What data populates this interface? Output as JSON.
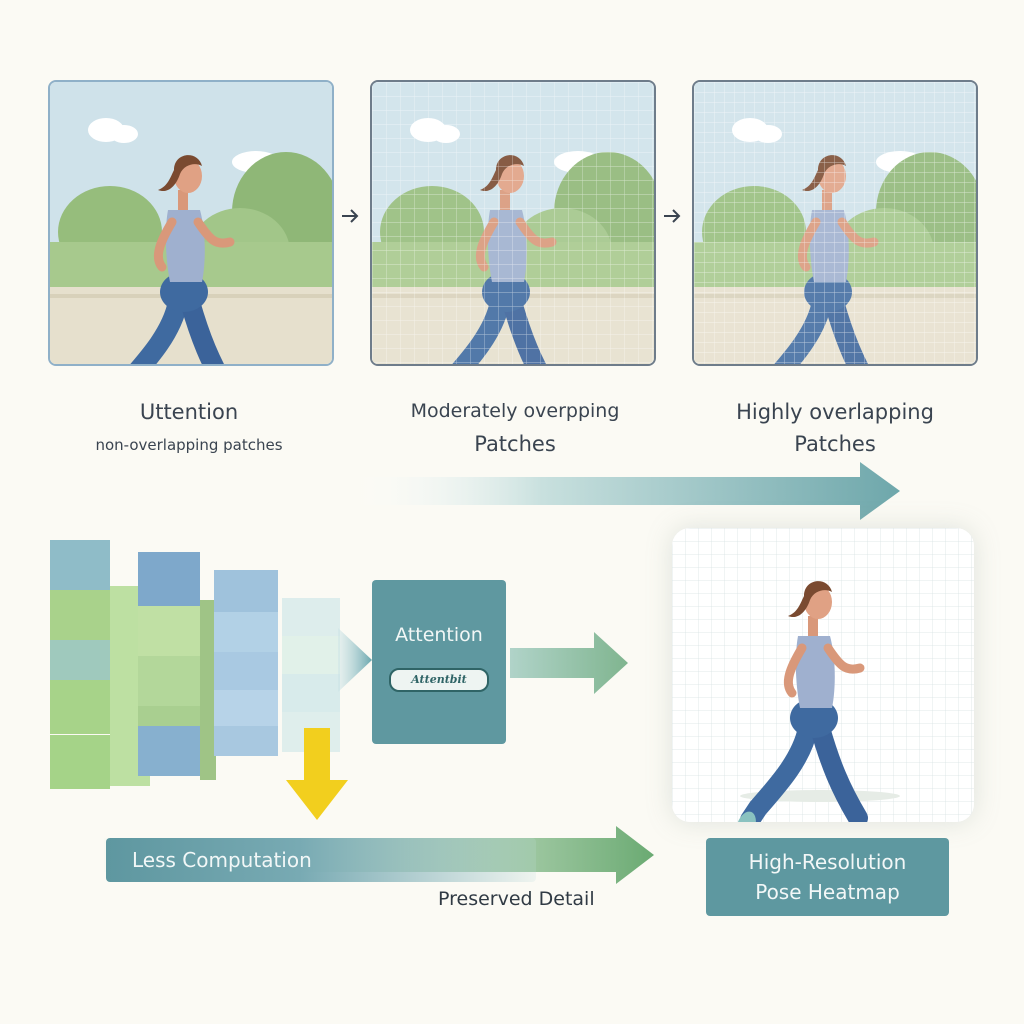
{
  "panels": [
    {
      "name": "panel-non-overlapping",
      "grid": "none"
    },
    {
      "name": "panel-moderate-overlap",
      "grid": "medium"
    },
    {
      "name": "panel-high-overlap",
      "grid": "dense"
    }
  ],
  "captions": {
    "c1_title": "Uttention",
    "c1_sub": "non-overlapping patches",
    "c2_line1": "Moderately overpping",
    "c2_line2": "Patches",
    "c3_line1": "Highly overlapping",
    "c3_line2": "Patches"
  },
  "attention_block": {
    "label": "Attention",
    "badge": "Attentbit"
  },
  "less_computation": "Less Computation",
  "preserved_detail": "Preserved Detail",
  "output_box": {
    "line1": "High-Resolution",
    "line2": "Pose Heatmap"
  },
  "icons": [
    "chevron-right-icon",
    "arrow-right-icon",
    "arrow-down-icon"
  ],
  "colors": {
    "accent_teal": "#5e98a0",
    "cube_green": "#a8d58a",
    "cube_blue": "#7ea9cc",
    "down_arrow": "#f2cf1e",
    "arrow_green": "#6aaa72",
    "background": "#fbfaf4"
  }
}
